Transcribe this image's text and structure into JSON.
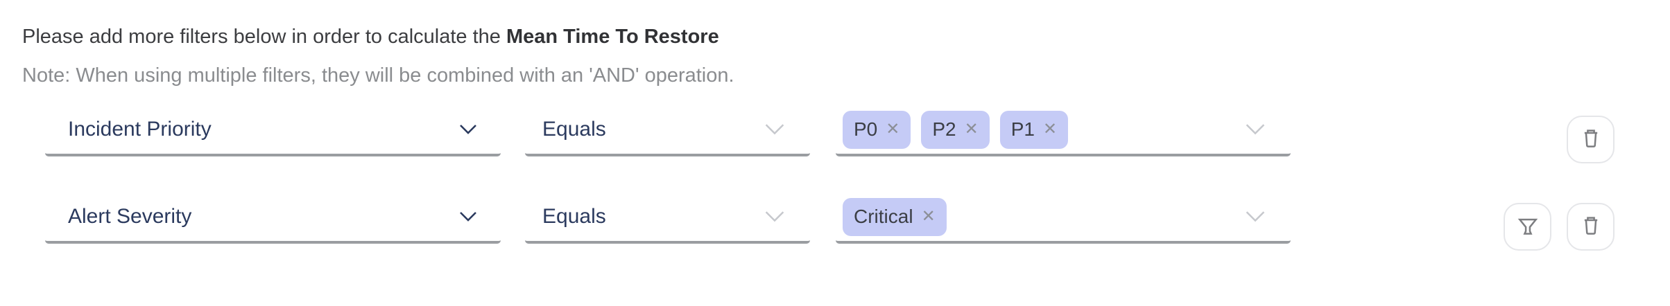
{
  "header": {
    "intro_text": "Please add more filters below in order to calculate the ",
    "intro_bold": "Mean Time To Restore",
    "note_text": "Note: When using multiple filters, they will be combined with an 'AND' operation."
  },
  "rows": [
    {
      "attribute": "Incident Priority",
      "operator": "Equals",
      "values": [
        "P0",
        "P2",
        "P1"
      ],
      "actions": [
        "delete"
      ]
    },
    {
      "attribute": "Alert Severity",
      "operator": "Equals",
      "values": [
        "Critical"
      ],
      "actions": [
        "filter",
        "delete"
      ]
    }
  ],
  "icons": {
    "remove": "✕",
    "chevron": "chevron-down",
    "delete": "trash",
    "filter": "funnel"
  },
  "colors": {
    "page_bg": "#ffffff",
    "text_primary": "#3c3d40",
    "text_strong": "#313235",
    "text_muted": "#8a8c8f",
    "label_navy": "#2b3a5e",
    "underline": "#9a9da1",
    "chevron_light": "#c6c8cd",
    "tag_bg": "#c5cbf6",
    "tag_text": "#3b3e45",
    "tag_remove": "#8c8f97",
    "btn_border": "#e5e6e9",
    "btn_icon": "#7c7d80"
  }
}
